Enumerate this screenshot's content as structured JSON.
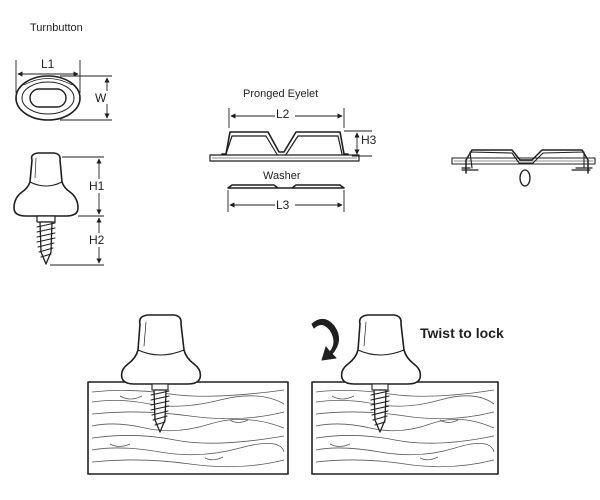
{
  "labels": {
    "turnbutton": "Turnbutton",
    "pronged_eyelet": "Pronged Eyelet",
    "washer": "Washer",
    "twist_to_lock": "Twist to lock"
  },
  "dimensions": {
    "l1": "L1",
    "w": "W",
    "h1": "H1",
    "h2": "H2",
    "l2": "L2",
    "h3": "H3",
    "l3": "L3"
  },
  "icons": {
    "rotate_arrow": "curved-rotate-arrow-icon"
  },
  "colors": {
    "ink": "#1f1f1f",
    "background": "#ffffff"
  }
}
